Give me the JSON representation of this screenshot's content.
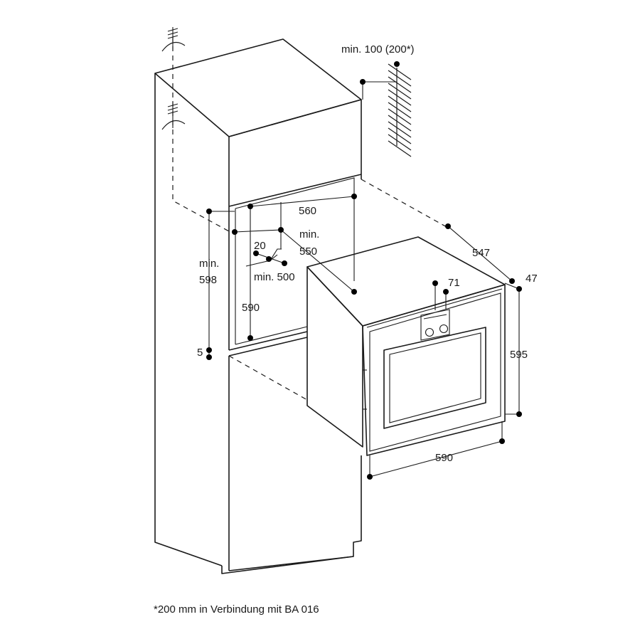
{
  "dimensions": {
    "min_100_200": "min. 100 (200*)",
    "width_560": "560",
    "min_label": "min.",
    "depth_550": "550",
    "gap_20": "20",
    "min_500": "min. 500",
    "height_598_min": "min.",
    "height_598": "598",
    "height_590": "590",
    "gap_5": "5",
    "depth_547": "547",
    "front_47": "47",
    "panel_71": "71",
    "oven_height_595": "595",
    "oven_width_590": "590"
  },
  "footnote": "*200 mm in Verbindung mit BA 016",
  "colors": {
    "line": "#1a1a1a",
    "dot": "#000000",
    "background": "#ffffff"
  }
}
